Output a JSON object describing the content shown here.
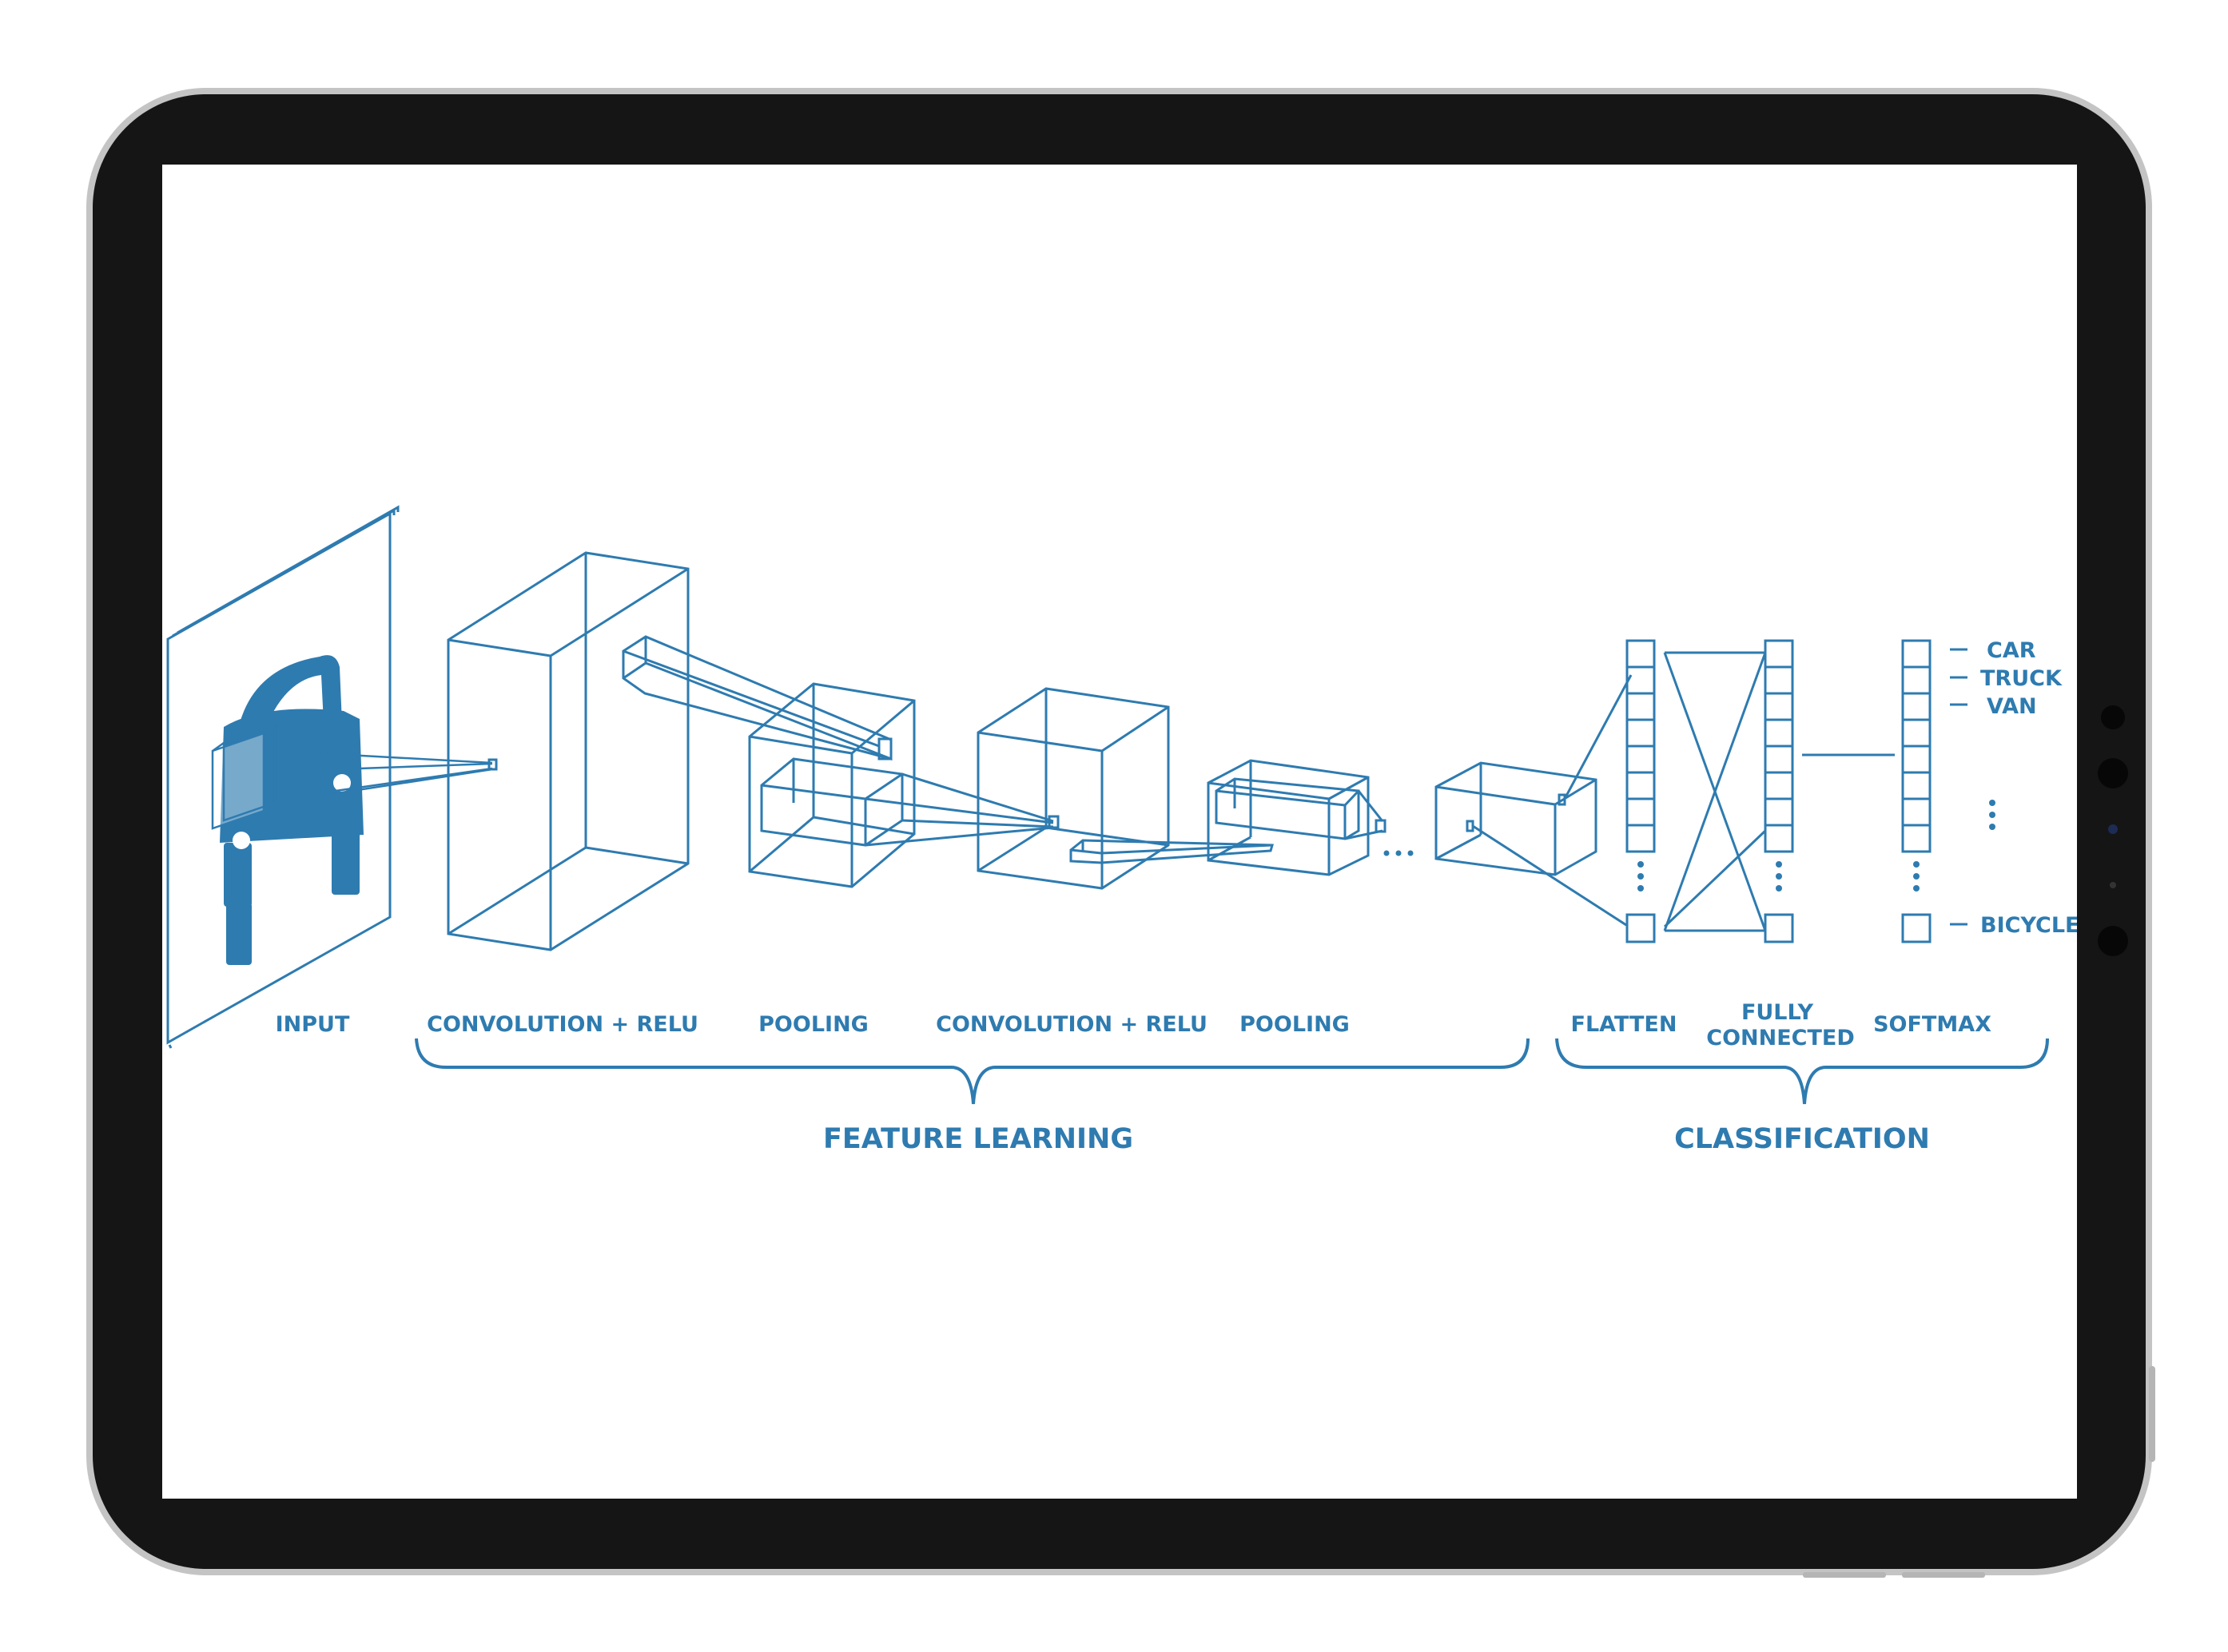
{
  "colors": {
    "accent": "#2e7bb0",
    "bezel": "#151515",
    "frame": "#b9b9b9",
    "screen": "#ffffff"
  },
  "icons": [
    "car-icon",
    "camera-icon"
  ],
  "diagram": {
    "stage_labels": {
      "input": "INPUT",
      "conv1": "CONVOLUTION + RELU",
      "pool1": "POOLING",
      "conv2": "CONVOLUTION + RELU",
      "pool2": "POOLING",
      "flatten": "FLATTEN",
      "fully_line1": "FULLY",
      "fully_line2": "CONNECTED",
      "softmax": "SOFTMAX"
    },
    "group_labels": {
      "feature_learning": "FEATURE LEARNING",
      "classification": "CLASSIFICATION"
    },
    "classes": [
      "CAR",
      "TRUCK",
      "VAN",
      "BICYCLE"
    ],
    "ellipsis": "..."
  }
}
